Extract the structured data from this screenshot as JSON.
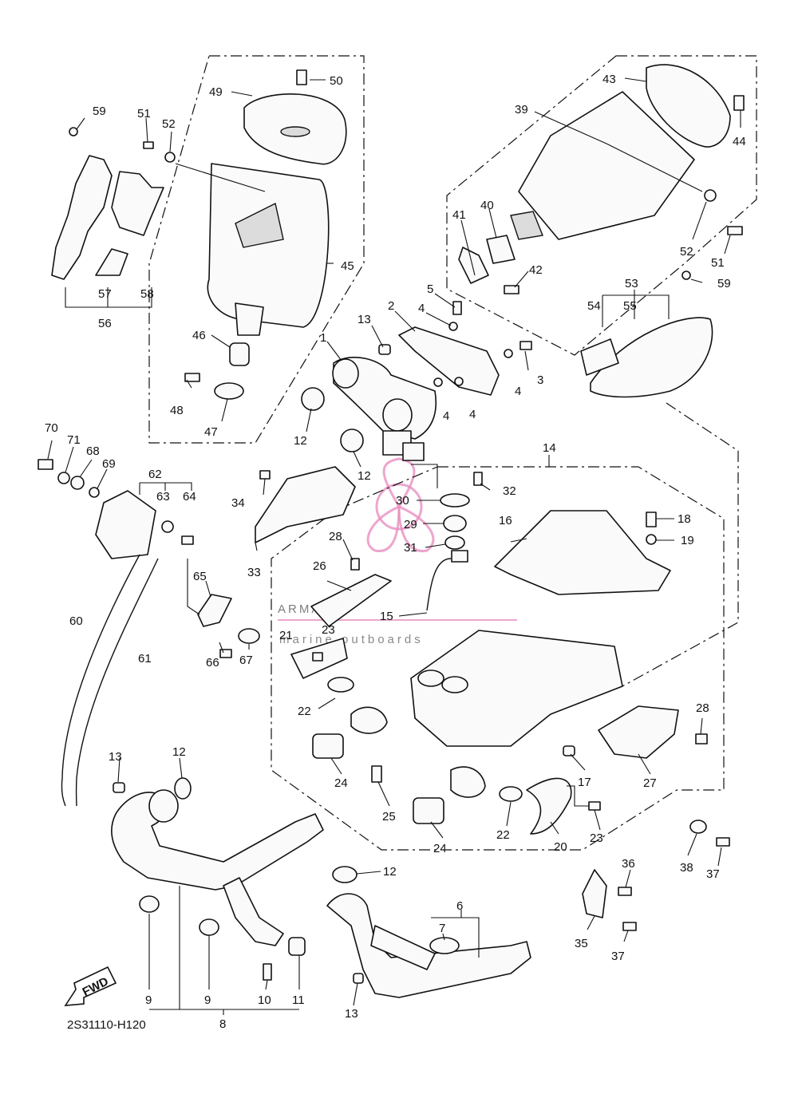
{
  "diagram": {
    "code": "2S31110-H120",
    "direction_badge": "FWD",
    "watermark": {
      "brand": "ARMADA",
      "tagline": "marine outboards"
    },
    "callouts": [
      "1",
      "2",
      "3",
      "4",
      "4",
      "4",
      "4",
      "5",
      "6",
      "7",
      "8",
      "9",
      "9",
      "10",
      "11",
      "12",
      "12",
      "12",
      "12",
      "13",
      "13",
      "13",
      "14",
      "15",
      "16",
      "17",
      "18",
      "19",
      "20",
      "21",
      "22",
      "22",
      "23",
      "23",
      "24",
      "24",
      "25",
      "26",
      "27",
      "28",
      "28",
      "29",
      "30",
      "31",
      "32",
      "33",
      "34",
      "35",
      "36",
      "37",
      "37",
      "38",
      "39",
      "40",
      "41",
      "42",
      "43",
      "44",
      "45",
      "46",
      "47",
      "48",
      "49",
      "50",
      "51",
      "51",
      "52",
      "52",
      "53",
      "54",
      "55",
      "56",
      "57",
      "58",
      "59",
      "59",
      "60",
      "61",
      "62",
      "63",
      "64",
      "65",
      "66",
      "67",
      "68",
      "69",
      "70",
      "71"
    ]
  }
}
